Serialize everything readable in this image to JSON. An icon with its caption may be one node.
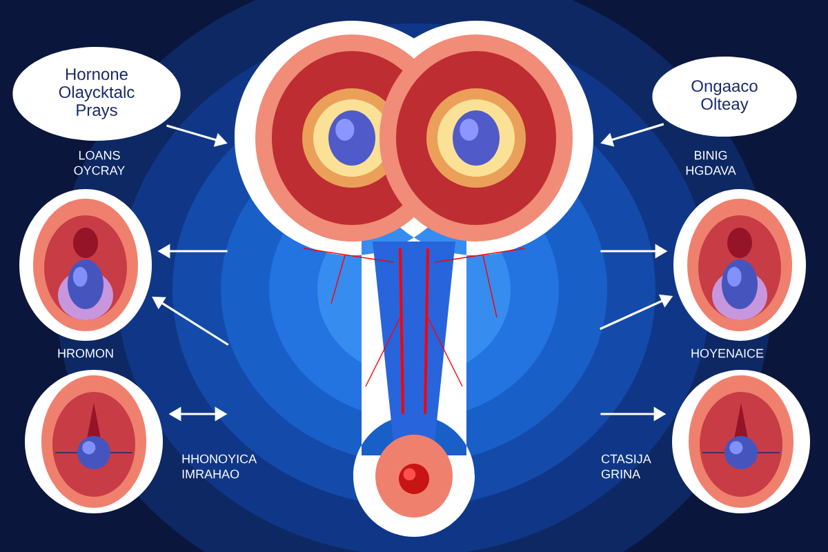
{
  "diagram": {
    "nodes": [
      {
        "text": [
          "Hornone Olaycktalc Prays"
        ]
      },
      {
        "text": [
          "Ongaaco Olteay"
        ]
      },
      {
        "text": [],
        "shape": "picture"
      },
      {
        "text": [],
        "shape": "picture"
      },
      {
        "text": [],
        "shape": "picture"
      },
      {
        "text": [],
        "shape": "picture"
      },
      {
        "text": [],
        "shape": "picture"
      }
    ],
    "edges": [
      {
        "from": 0,
        "to": 2,
        "arrow": "to"
      },
      {
        "from": 1,
        "to": 2,
        "arrow": "to"
      },
      {
        "from": 2,
        "to": 3,
        "arrow": "to"
      },
      {
        "from": 2,
        "to": 3,
        "arrow": "to"
      },
      {
        "from": 4,
        "to": 2,
        "arrow": "both"
      },
      {
        "from": 2,
        "to": 5,
        "arrow": "to"
      },
      {
        "from": 2,
        "to": 5,
        "arrow": "to"
      },
      {
        "from": 2,
        "to": 6,
        "arrow": "to"
      }
    ],
    "labels": [
      "LOANS OYCRAY",
      "BINIG HGDAVA",
      "HROMON",
      "HOYENAICE",
      "HHONOYICA IMRAHAO",
      "CTASIJA GRINA"
    ]
  }
}
